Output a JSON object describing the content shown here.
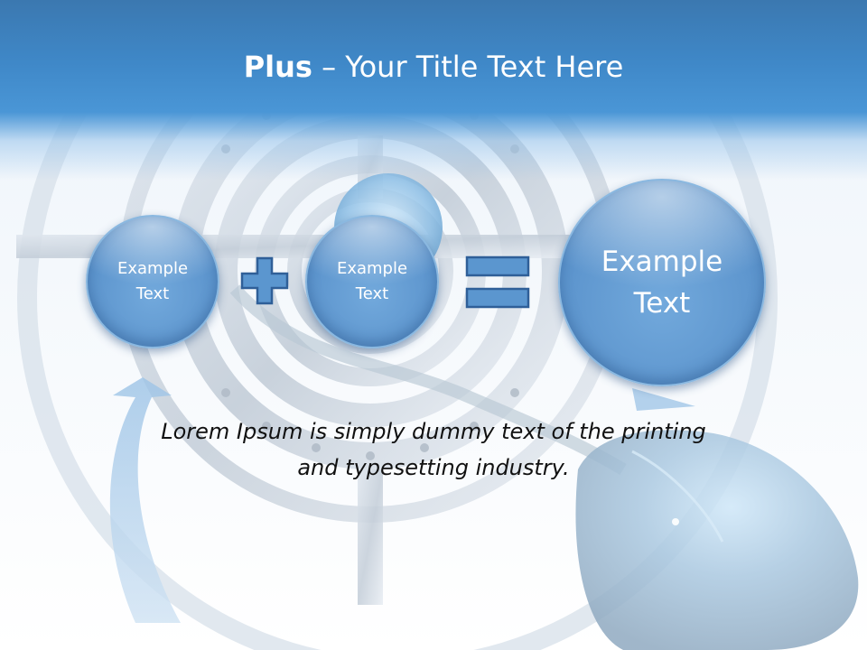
{
  "slide": {
    "title_bold": "Plus",
    "title_rest": " – Your Title Text Here",
    "circles": [
      {
        "label_line1": "Example",
        "label_line2": "Text"
      },
      {
        "label_line1": "Example",
        "label_line2": "Text"
      },
      {
        "label_line1": "Example",
        "label_line2": "Text"
      }
    ],
    "body_line1": "Lorem Ipsum is simply dummy text of the printing",
    "body_line2": "and typesetting industry."
  },
  "colors": {
    "title_band": "#3f88c8",
    "circle_fill": "#5f97cf",
    "operator_fill": "#5b96cf",
    "operator_stroke": "#2f5f98",
    "body_text": "#111111"
  },
  "icons": {
    "operator_1": "plus-icon",
    "operator_2": "equals-icon",
    "background": "target-and-mouse-illustration"
  }
}
